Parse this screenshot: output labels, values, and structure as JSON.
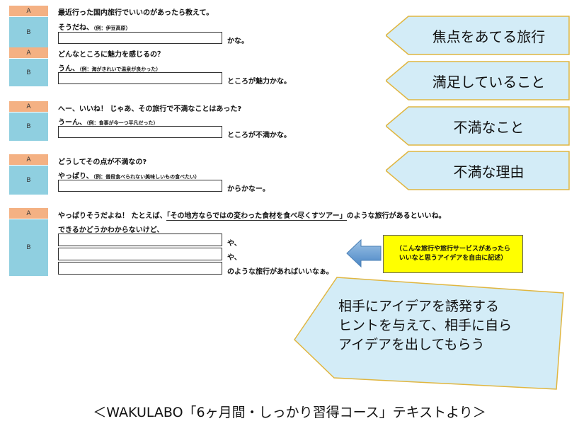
{
  "label_a": "A",
  "label_b": "B",
  "sections": [
    {
      "question": "最近行った国内旅行でいいのがあったら教えて。",
      "answer_prefix": "そうだね、",
      "example": "（例：伊豆高原）",
      "suffix": "かな。"
    },
    {
      "question": "どんなところに魅力を感じるの？",
      "answer_prefix": "うん、",
      "example": "（例：海がきれいで温泉が良かった）",
      "suffix": "ところが魅力かな。"
    },
    {
      "question": "へー、いいね！ じゃあ、その旅行で不満なことはあった?",
      "answer_prefix": "うーん、",
      "example": "（例：食事が今一つ平凡だった）",
      "suffix": "ところが不満かな。"
    },
    {
      "question": "どうしてその点が不満なの?",
      "answer_prefix": "やっぱり、",
      "example": "（例：普段食べられない美味しいもの食べたい）",
      "suffix": "からかなー。"
    }
  ],
  "final": {
    "question_pre": "やっぱりそうだよね！ たとえば、",
    "question_underlined": "「その地方ならではの変わった食材を食べ尽くすツアー」",
    "question_post": "のような旅行があるといいね。",
    "answer_prefix": "できるかどうかわからないけど、",
    "suffix_1": "や、",
    "suffix_2": "や、",
    "suffix_3": "のような旅行があればいいなぁ。"
  },
  "tags": [
    "焦点をあてる旅行",
    "満足していること",
    "不満なこと",
    "不満な理由"
  ],
  "callout": {
    "line1": "（こんな旅行や旅行サービスがあったら",
    "line2": "いいなと思うアイデアを自由に記述）"
  },
  "hint": {
    "line1": "相手にアイデアを誘発する",
    "line2": "ヒントを与えて、相手に自ら",
    "line3": "アイデアを出してもらう"
  },
  "caption": "＜WAKULABO「6ヶ月間・しっかり習得コース」テキストより＞",
  "colors": {
    "label_a": "#f4b183",
    "label_b": "#8fcfe0",
    "tag_fill": "#d3ecf7",
    "callout_fill": "#ffff00",
    "arrow_fill": "#5b9bd5"
  }
}
